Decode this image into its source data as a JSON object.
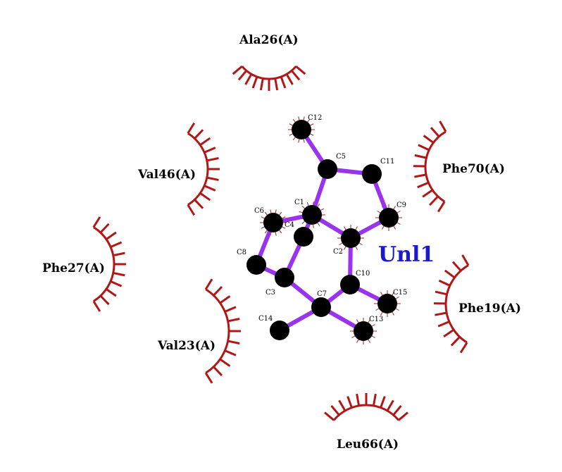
{
  "ligand": {
    "name": "Unl1",
    "atoms": [
      {
        "id": "C1",
        "label": "C1"
      },
      {
        "id": "C2",
        "label": "C2"
      },
      {
        "id": "C3",
        "label": "C3"
      },
      {
        "id": "C4",
        "label": "C4"
      },
      {
        "id": "C5",
        "label": "C5"
      },
      {
        "id": "C6",
        "label": "C6"
      },
      {
        "id": "C7",
        "label": "C7"
      },
      {
        "id": "C8",
        "label": "C8"
      },
      {
        "id": "C9",
        "label": "C9"
      },
      {
        "id": "C10",
        "label": "C10"
      },
      {
        "id": "C11",
        "label": "C11"
      },
      {
        "id": "C12",
        "label": "C12"
      },
      {
        "id": "C13",
        "label": "C13"
      },
      {
        "id": "C14",
        "label": "C14"
      },
      {
        "id": "C15",
        "label": "C15"
      }
    ],
    "bonds": [
      [
        "C12",
        "C5"
      ],
      [
        "C5",
        "C11"
      ],
      [
        "C11",
        "C9"
      ],
      [
        "C9",
        "C2"
      ],
      [
        "C2",
        "C1"
      ],
      [
        "C1",
        "C5"
      ],
      [
        "C1",
        "C6"
      ],
      [
        "C1",
        "C4"
      ],
      [
        "C6",
        "C8"
      ],
      [
        "C8",
        "C3"
      ],
      [
        "C4",
        "C3"
      ],
      [
        "C3",
        "C7"
      ],
      [
        "C2",
        "C10"
      ],
      [
        "C10",
        "C7"
      ],
      [
        "C10",
        "C15"
      ],
      [
        "C7",
        "C14"
      ],
      [
        "C7",
        "C13"
      ]
    ]
  },
  "residues": [
    {
      "name": "Ala26(A)"
    },
    {
      "name": "Val46(A)"
    },
    {
      "name": "Phe70(A)"
    },
    {
      "name": "Phe27(A)"
    },
    {
      "name": "Phe19(A)"
    },
    {
      "name": "Val23(A)"
    },
    {
      "name": "Leu66(A)"
    }
  ],
  "colors": {
    "bond": "#9933ee",
    "atom": "#000000",
    "hydrophobic": "#b01818",
    "ligand_label": "#1a1acc"
  }
}
